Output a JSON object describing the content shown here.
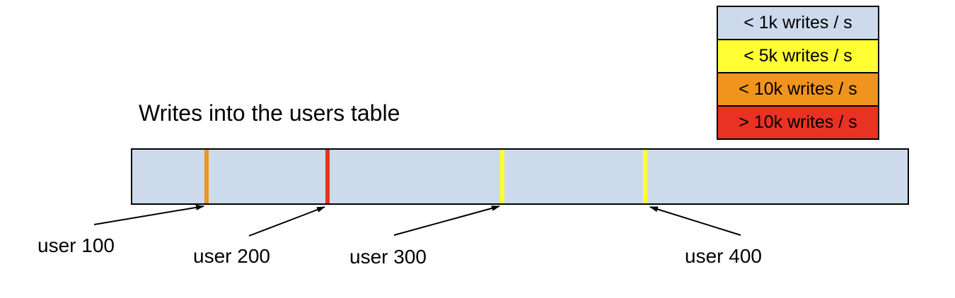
{
  "title": "Writes into the users table",
  "legend": {
    "items": [
      {
        "label": "< 1k writes / s",
        "color": "#cddaec"
      },
      {
        "label": "< 5k writes / s",
        "color": "#ffff33"
      },
      {
        "label": "< 10k writes / s",
        "color": "#f0941e"
      },
      {
        "label": "> 10k writes / s",
        "color": "#e93223"
      }
    ]
  },
  "users_table": {
    "fill": "#cddaec",
    "border_color": "#000000",
    "hotspots": [
      {
        "user": "user 100",
        "color": "#f0941e"
      },
      {
        "user": "user 200",
        "color": "#e93223"
      },
      {
        "user": "user 300",
        "color": "#ffff33"
      },
      {
        "user": "user 400",
        "color": "#ffff33"
      }
    ]
  }
}
